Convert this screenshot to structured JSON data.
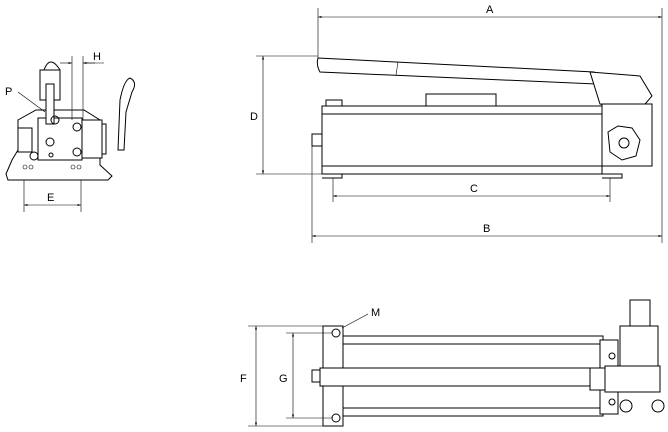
{
  "drawing": {
    "dimension_labels": {
      "A": "A",
      "B": "B",
      "C": "C",
      "D": "D",
      "E": "E",
      "F": "F",
      "G": "G",
      "H": "H",
      "M": "M",
      "P": "P"
    }
  }
}
